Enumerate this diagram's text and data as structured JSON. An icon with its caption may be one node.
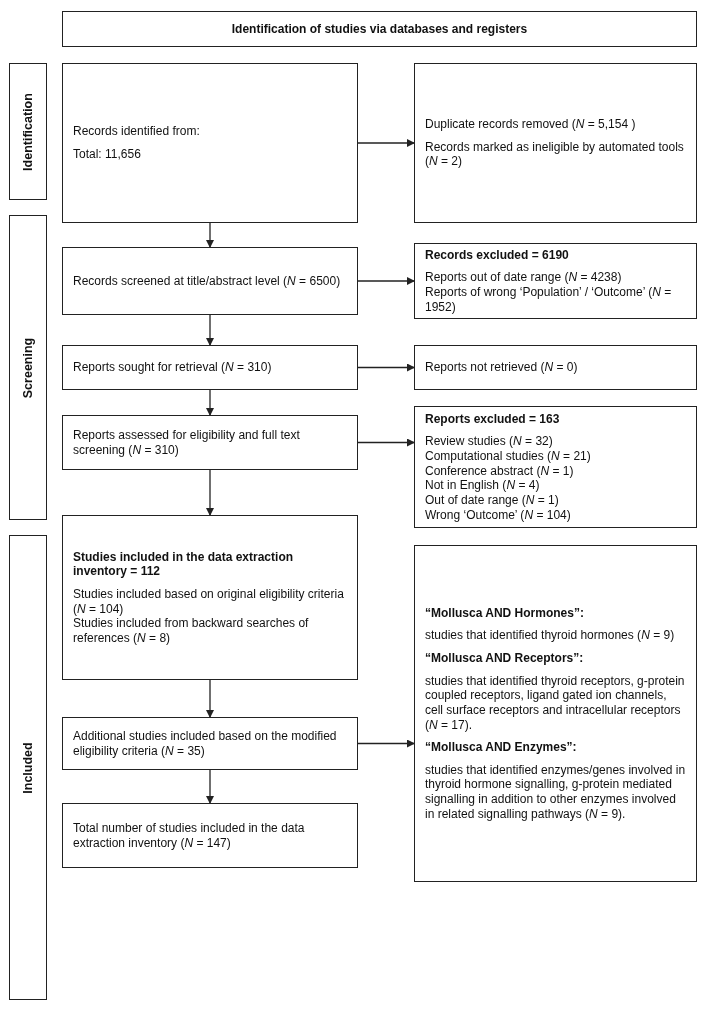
{
  "diagram": {
    "nodes": [
      {
        "text": [
          "Identification of studies via databases and registers"
        ]
      },
      {
        "text": [
          "Identification"
        ]
      },
      {
        "text": [
          "Screening"
        ]
      },
      {
        "text": [
          "Included"
        ]
      },
      {
        "text": [
          "Records identified from:",
          "Total: 11,656"
        ]
      },
      {
        "text": [
          "Duplicate records removed (*N* = 5,154 )",
          "Records marked as ineligible by automated tools (*N* = 2)"
        ]
      },
      {
        "text": [
          "Records screened at title/abstract level (*N* = 6500)"
        ]
      },
      {
        "text": [
          "Records excluded = 6190",
          "Reports out of date range (*N* = 4238)",
          "Reports of wrong ‘Population’ / ‘Outcome’ (*N* = 1952)"
        ]
      },
      {
        "text": [
          "Reports sought for retrieval (*N* = 310)"
        ]
      },
      {
        "text": [
          "Reports not retrieved (*N* = 0)"
        ]
      },
      {
        "text": [
          "Reports assessed for eligibility and full text screening (*N* = 310)"
        ]
      },
      {
        "text": [
          "Reports excluded = 163",
          "Review studies (*N* = 32)",
          "Computational studies (*N* = 21)",
          "Conference abstract (*N* = 1)",
          "Not in English (*N* = 4)",
          "Out of date range (*N* = 1)",
          "Wrong ‘Outcome’ (*N* = 104)"
        ]
      },
      {
        "text": [
          "Studies included in the data extraction inventory = 112",
          "Studies included based on original eligibility criteria (*N* = 104)",
          "Studies included from backward searches of references (*N* = 8)"
        ]
      },
      {
        "text": [
          "Additional studies included based on the modified eligibility criteria (*N* = 35)"
        ]
      },
      {
        "text": [
          "“Mollusca AND Hormones”:",
          "studies that identified thyroid hormones (*N* = 9)",
          "“Mollusca AND Receptors”:",
          "studies that identified thyroid receptors, g-protein coupled receptors, ligand gated ion channels, cell surface receptors and intracellular receptors (*N* = 17).",
          "“Mollusca AND Enzymes”:",
          "studies that identified enzymes/genes involved in thyroid hormone signalling, g-protein mediated signalling in addition to other enzymes involved in related signalling pathways (*N* = 9)."
        ]
      },
      {
        "text": [
          "Total number of studies included in the data extraction inventory (*N* = 147)"
        ]
      }
    ],
    "edges": [
      {
        "from": 4,
        "to": 5,
        "arrow": "to"
      },
      {
        "from": 4,
        "to": 6,
        "arrow": "to"
      },
      {
        "from": 6,
        "to": 7,
        "arrow": "to"
      },
      {
        "from": 6,
        "to": 8,
        "arrow": "to"
      },
      {
        "from": 8,
        "to": 9,
        "arrow": "to"
      },
      {
        "from": 8,
        "to": 10,
        "arrow": "to"
      },
      {
        "from": 10,
        "to": 11,
        "arrow": "to"
      },
      {
        "from": 10,
        "to": 12,
        "arrow": "to"
      },
      {
        "from": 12,
        "to": 13,
        "arrow": "to"
      },
      {
        "from": 13,
        "to": 14,
        "arrow": "to"
      },
      {
        "from": 13,
        "to": 15,
        "arrow": "to"
      }
    ]
  }
}
